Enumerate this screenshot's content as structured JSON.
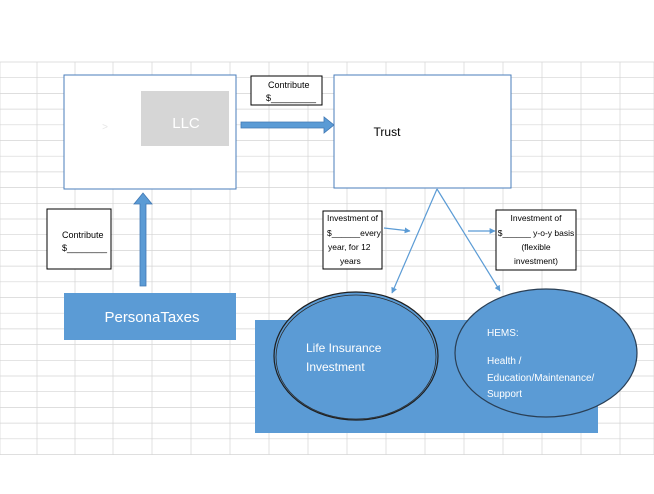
{
  "llc": {
    "label": "LLC"
  },
  "contribute_top": {
    "line1": "Contribute",
    "line2": "$_________"
  },
  "trust": {
    "label": "Trust"
  },
  "contribute_left": {
    "line1": "Contribute",
    "line2": "$________"
  },
  "personal_taxes": {
    "label": "PersonaTaxes"
  },
  "investment_left": {
    "line1": "Investment of",
    "line2": "$______every",
    "line3": "year, for 12",
    "line4": "years"
  },
  "investment_right": {
    "line1": "Investment of",
    "line2": "$______ y-o-y basis",
    "line3": "(flexible",
    "line4": "investment)"
  },
  "life_insurance": {
    "line1": "Life Insurance",
    "line2": "Investment"
  },
  "hems": {
    "line1": "HEMS:",
    "line2": "Health /",
    "line3": "Education/Maintenance/",
    "line4": "Support"
  },
  "colors": {
    "accent": "#5b9bd5",
    "accent_dark": "#4178b4",
    "box_border": "#4a7ebb",
    "grid": "#d4d4d4",
    "llc_fill": "#d6d6d6"
  }
}
